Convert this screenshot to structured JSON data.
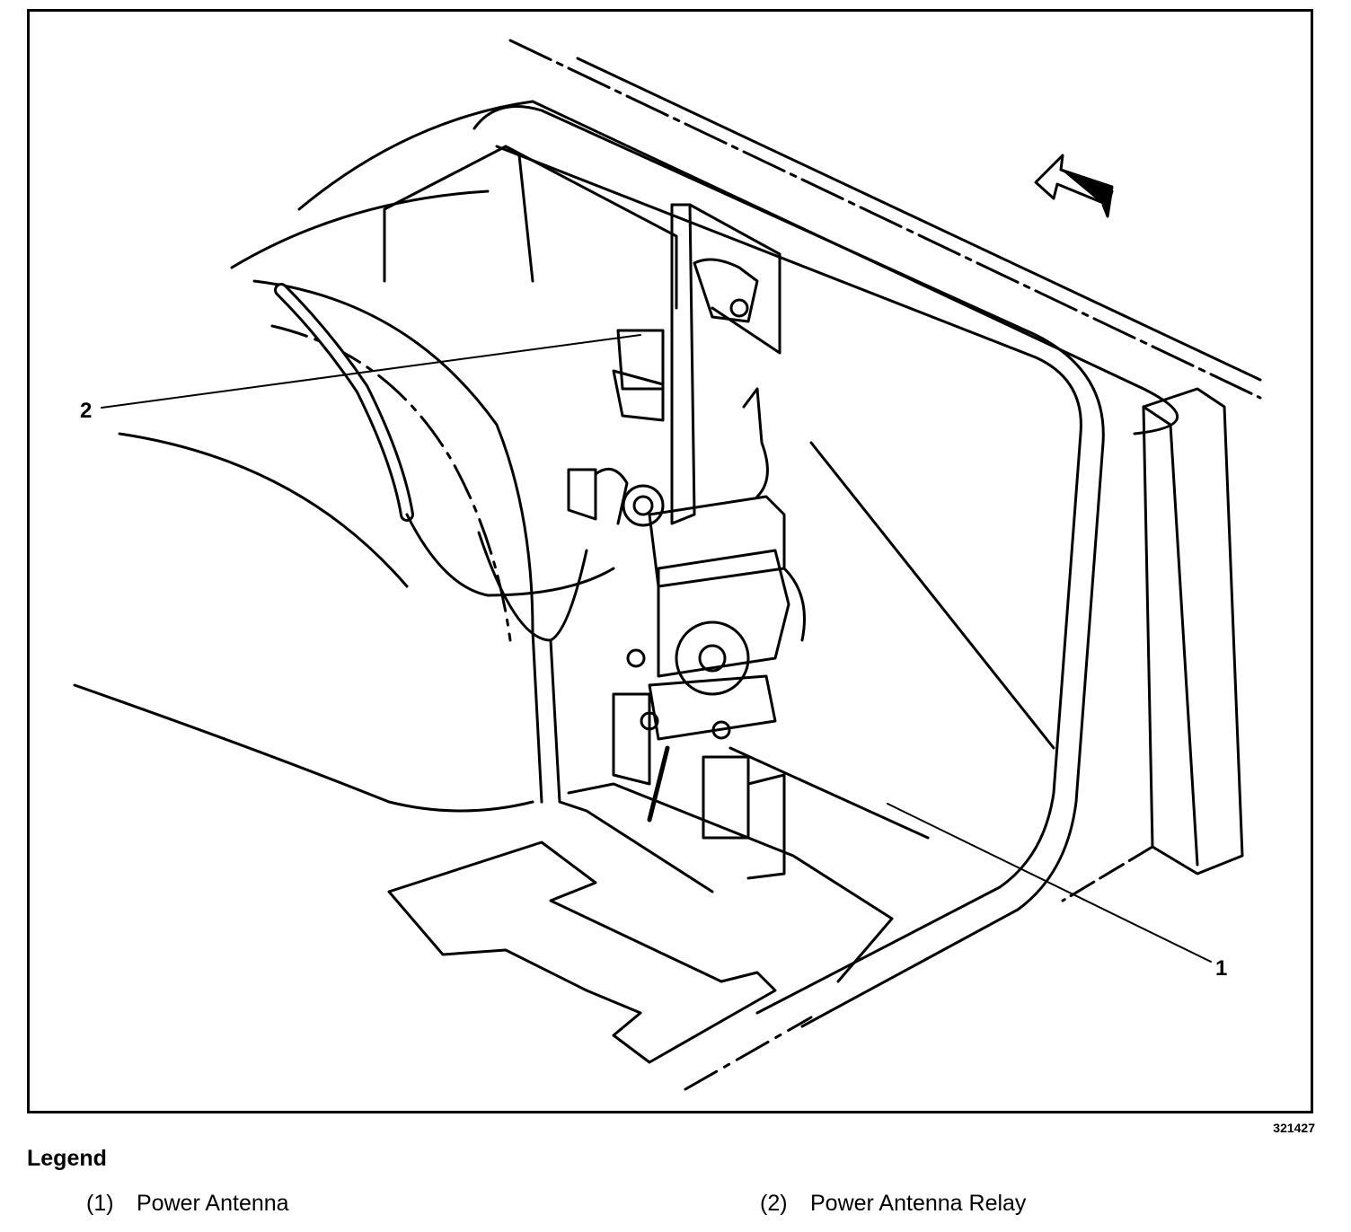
{
  "figure": {
    "id": "321427",
    "callouts": [
      {
        "number": "1"
      },
      {
        "number": "2"
      }
    ]
  },
  "legend": {
    "title": "Legend",
    "items": [
      {
        "number": "(1)",
        "label": "Power Antenna"
      },
      {
        "number": "(2)",
        "label": "Power Antenna Relay"
      }
    ]
  },
  "colors": {
    "line": "#000000",
    "background": "#ffffff"
  }
}
